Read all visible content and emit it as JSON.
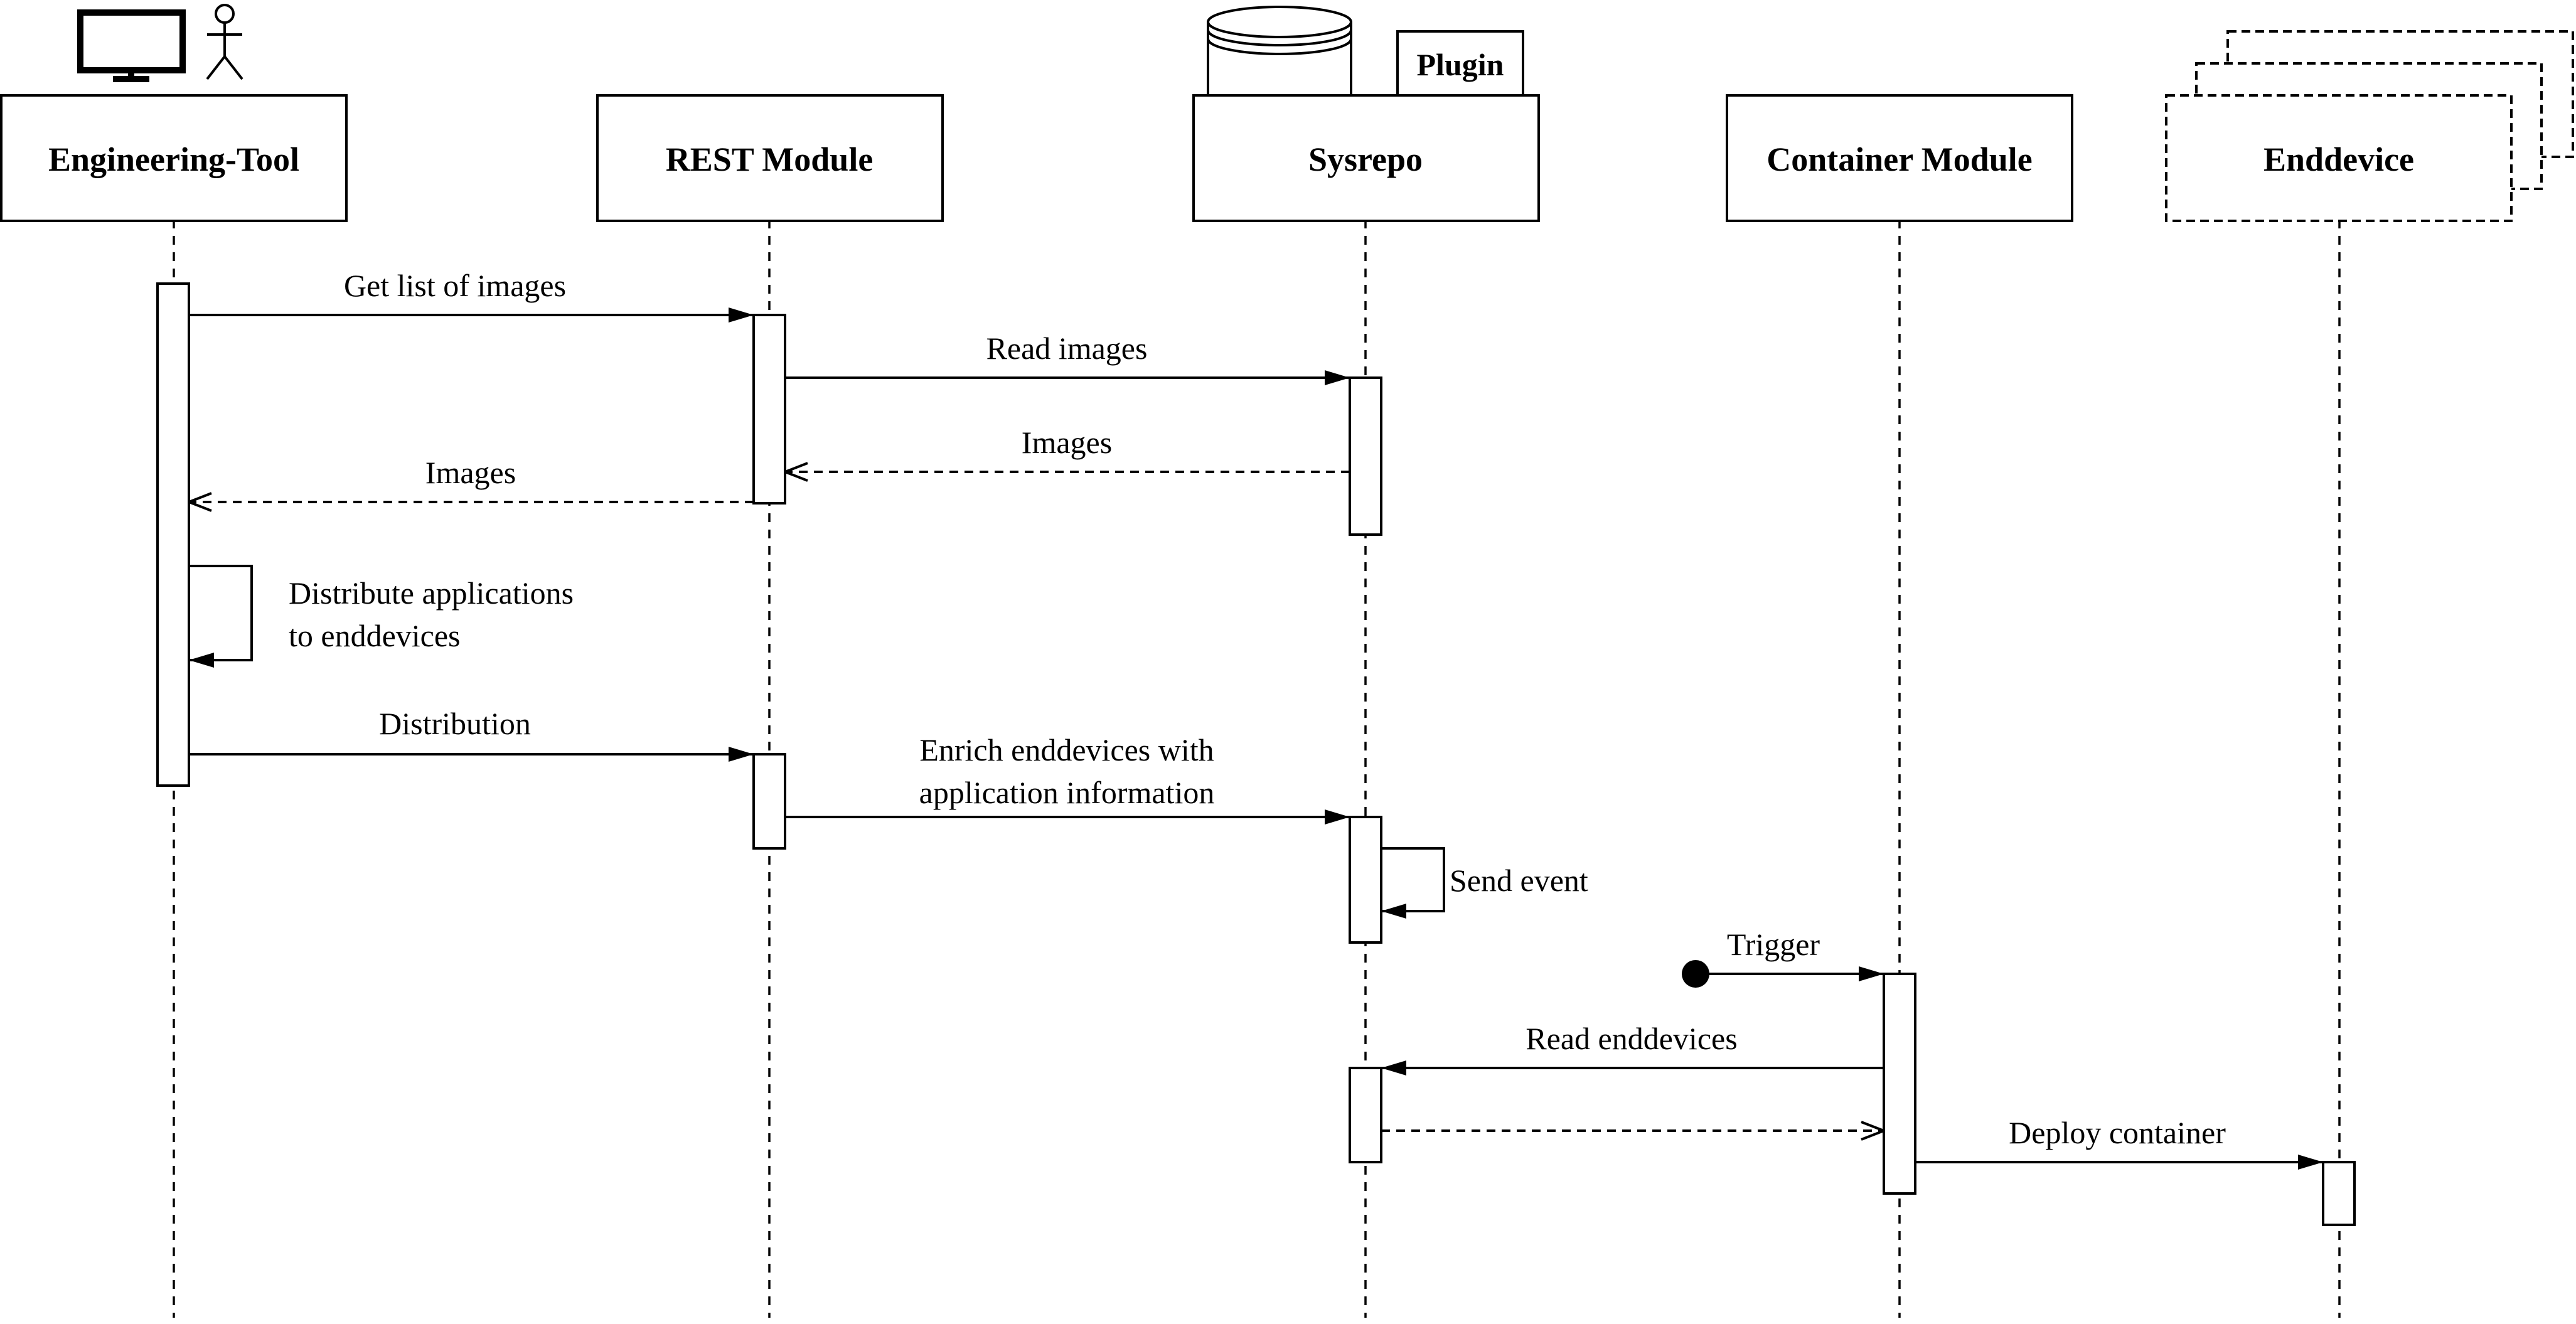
{
  "participants": {
    "engineering_tool": "Engineering-Tool",
    "rest_module": "REST Module",
    "sysrepo": "Sysrepo",
    "sysrepo_plugin": "Plugin",
    "container_module": "Container Module",
    "enddevice": "Enddevice"
  },
  "messages": {
    "get_list": "Get list of images",
    "read_images": "Read images",
    "images_reply_sysrepo": "Images",
    "images_reply_rest": "Images",
    "distribute_line1": "Distribute applications",
    "distribute_line2": "to enddevices",
    "distribution": "Distribution",
    "enrich_line1": "Enrich enddevices with",
    "enrich_line2": "application information",
    "send_event": "Send event",
    "trigger": "Trigger",
    "read_enddevices": "Read enddevices",
    "deploy_container": "Deploy container"
  }
}
